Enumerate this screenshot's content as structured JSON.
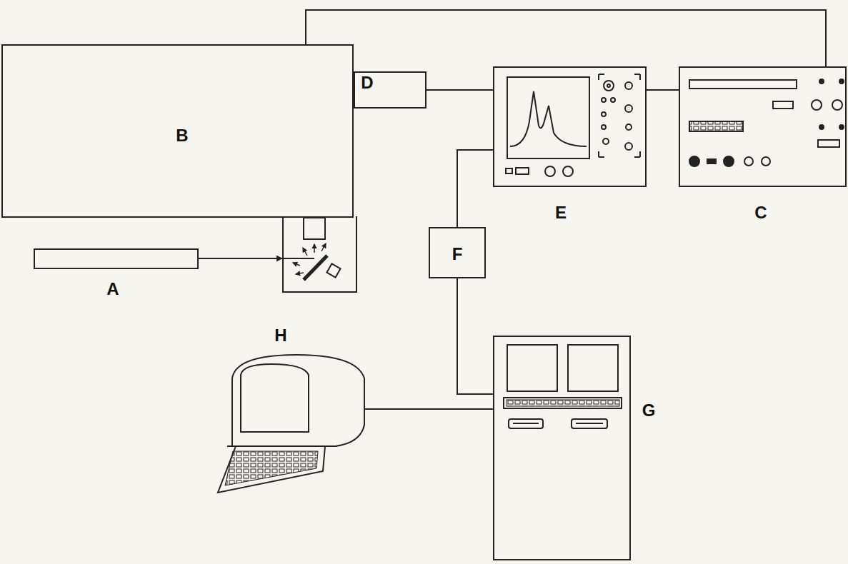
{
  "diagram": {
    "nodes": [
      {
        "text": [
          "B"
        ]
      },
      {
        "text": [
          "D"
        ]
      },
      {
        "text": [
          "E"
        ]
      },
      {
        "text": [
          "C"
        ]
      },
      {
        "text": [
          "A"
        ]
      },
      {
        "text": [
          "F"
        ]
      },
      {
        "text": [
          "H"
        ]
      },
      {
        "text": [
          "G"
        ]
      }
    ],
    "edges": [
      {
        "from": 0,
        "to": 3,
        "arrow": "none"
      },
      {
        "from": 1,
        "to": 2,
        "arrow": "none"
      },
      {
        "from": 2,
        "to": 3,
        "arrow": "none"
      },
      {
        "from": 4,
        "to": 0,
        "arrow": "to"
      },
      {
        "from": 2,
        "to": 5,
        "arrow": "none"
      },
      {
        "from": 5,
        "to": 7,
        "arrow": "none"
      },
      {
        "from": 6,
        "to": 7,
        "arrow": "none"
      }
    ]
  }
}
